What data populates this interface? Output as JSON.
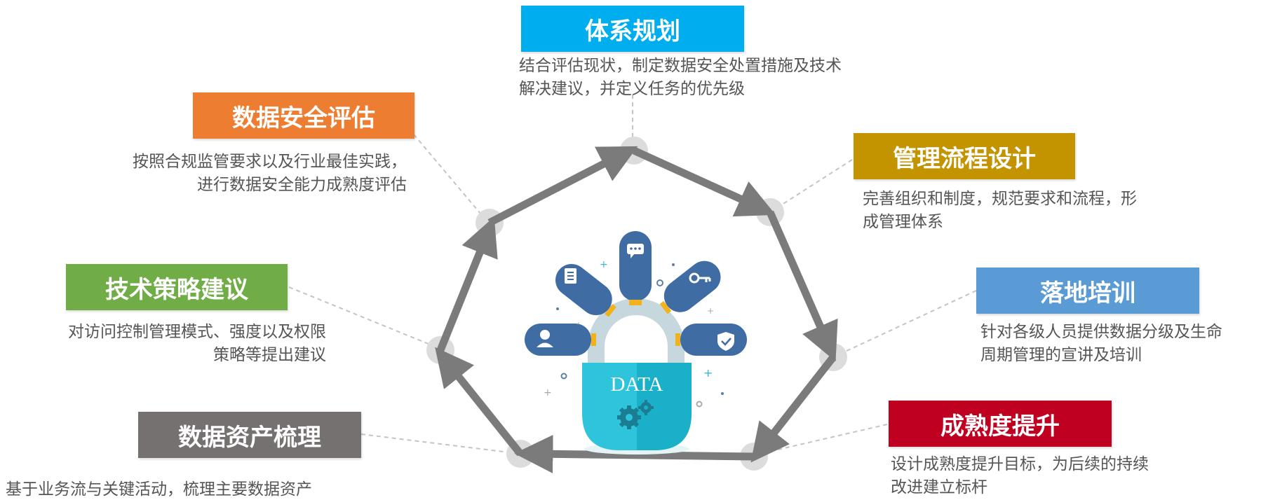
{
  "center": {
    "label": "DATA",
    "icons": [
      "user-icon",
      "document-icon",
      "chat-icon",
      "key-icon",
      "shield-check-icon",
      "gears-icon"
    ],
    "colors": {
      "node": "#3f6ca3",
      "shackle": "#c6d8de",
      "lock_body": "#2ec4dc",
      "lock_body_dark": "#1bb0c9",
      "connector": "#f3b21a"
    }
  },
  "cycle_color": "#7b7b7b",
  "stages": [
    {
      "title": "体系规划",
      "desc": "结合评估现状，制定数据安全处置措施及技术\n解决建议，并定义任务的优先级",
      "color": "#00aeef"
    },
    {
      "title": "管理流程设计",
      "desc": "完善组织和制度，规范要求和流程，形\n成管理体系",
      "color": "#c39300"
    },
    {
      "title": "落地培训",
      "desc": "针对各级人员提供数据分级及生命\n周期管理的宣讲及培训",
      "color": "#5b9bd5"
    },
    {
      "title": "成熟度提升",
      "desc": "设计成熟度提升目标，为后续的持续\n改进建立标杆",
      "color": "#c00020"
    },
    {
      "title": "数据资产梳理",
      "desc": "基于业务流与关键活动，梳理主要数据资产",
      "color": "#767171"
    },
    {
      "title": "技术策略建议",
      "desc": "对访问控制管理模式、强度以及权限\n策略等提出建议",
      "color": "#70ad47"
    },
    {
      "title": "数据安全评估",
      "desc": "按照合规监管要求以及行业最佳实践，\n进行数据安全能力成熟度评估",
      "color": "#ed7d31"
    }
  ]
}
